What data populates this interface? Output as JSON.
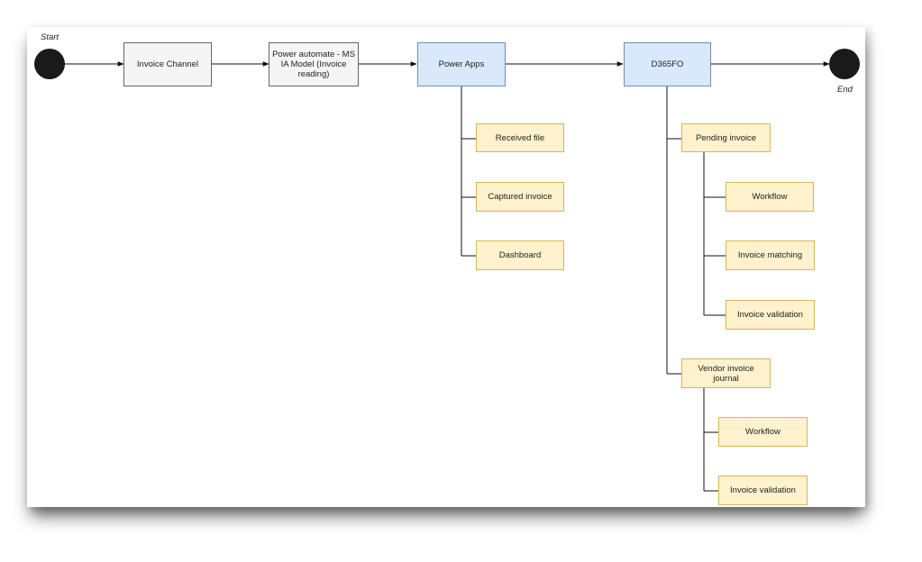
{
  "start_label": "Start",
  "end_label": "End",
  "nodes": {
    "invoice_channel": "Invoice Channel",
    "power_automate": "Power automate - MS IA Model (Invoice reading)",
    "power_apps": "Power Apps",
    "d365fo": "D365FO",
    "received_file": "Received file",
    "captured_invoice": "Captured invoice",
    "dashboard": "Dashboard",
    "pending_invoice": "Pending invoice",
    "workflow_1": "Workflow",
    "invoice_matching": "Invoice matching",
    "invoice_validation_1": "Invoice validation",
    "vendor_invoice_journal": "Vendor invoice journal",
    "workflow_2": "Workflow",
    "invoice_validation_2": "Invoice validation"
  },
  "colors": {
    "gray_fill": "#f5f5f5",
    "blue_fill": "#dae8fc",
    "yellow_fill": "#fff2cc",
    "terminal": "#1a1a1a"
  }
}
